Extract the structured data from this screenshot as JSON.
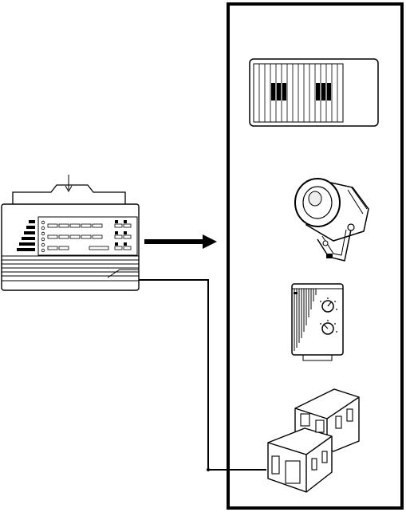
{
  "diagram": {
    "line_color": "#000000",
    "background": "#ffffff",
    "components": [
      {
        "id": "control-panel",
        "icon": "alarm-control-panel-icon"
      },
      {
        "id": "keypad",
        "icon": "keypad-module-icon"
      },
      {
        "id": "siren",
        "icon": "siren-speaker-icon"
      },
      {
        "id": "sensor",
        "icon": "wall-sensor-icon"
      },
      {
        "id": "building",
        "icon": "building-icon"
      }
    ],
    "connections": [
      {
        "from": "control-panel",
        "to": "device-column",
        "style": "bold-arrow"
      },
      {
        "from": "control-panel",
        "to": "building",
        "style": "wire"
      }
    ]
  }
}
